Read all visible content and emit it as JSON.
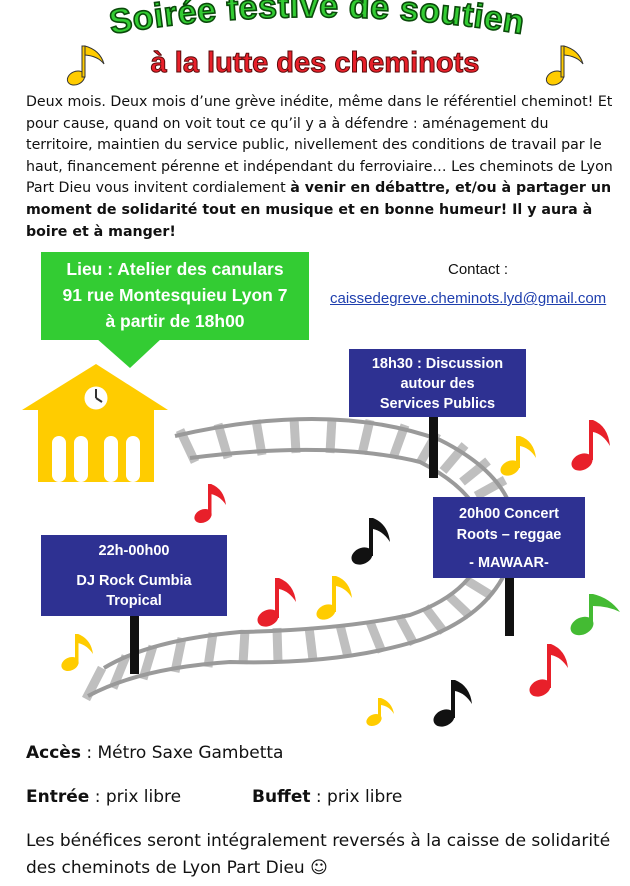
{
  "title": {
    "line1": "Soirée festive de soutien",
    "line2": "à la lutte des cheminots"
  },
  "intro": {
    "plain": "Deux mois. Deux mois d’une grève inédite, même dans le référentiel cheminot! Et pour cause, quand on voit tout ce qu’il y a à défendre : aménagement du territoire, maintien du service public, nivellement des conditions de travail par le haut, financement pérenne et indépendant du ferroviaire… Les cheminots de Lyon Part Dieu vous invitent cordialement ",
    "bold": "à venir en débattre, et/ou à partager un moment de solidarité tout en musique et en bonne humeur! Il y aura à boire et à manger!"
  },
  "lieu": {
    "line1": "Lieu : Atelier des canulars",
    "line2": "91 rue Montesquieu Lyon 7",
    "line3": "à partir de 18h00"
  },
  "contact": {
    "label": "Contact :",
    "email": "caissedegreve.cheminots.lyd@gmail.com"
  },
  "signs": {
    "discussion": {
      "line1": "18h30 : Discussion",
      "line2": "autour des",
      "line3": "Services Publics"
    },
    "concert": {
      "line1": "20h00 Concert",
      "line2": "Roots – reggae",
      "line3": "- MAWAAR-"
    },
    "dj": {
      "line1": "22h-00h00",
      "line2": "DJ Rock Cumbia",
      "line3": "Tropical"
    }
  },
  "footer": {
    "acces_label": "Accès",
    "acces_value": " : Métro Saxe Gambetta",
    "entree_label": "Entrée",
    "entree_value": " : prix libre",
    "buffet_label": "Buffet",
    "buffet_value": " : prix libre",
    "benefices": "Les bénéfices seront intégralement reversés à la caisse de solidarité des cheminots de Lyon Part Dieu ☺"
  },
  "colors": {
    "green": "#33cc33",
    "title_red": "#e8202a",
    "navy": "#2e3192",
    "yellow": "#ffcc00",
    "note_red": "#e8202a",
    "note_green": "#44bb33"
  }
}
